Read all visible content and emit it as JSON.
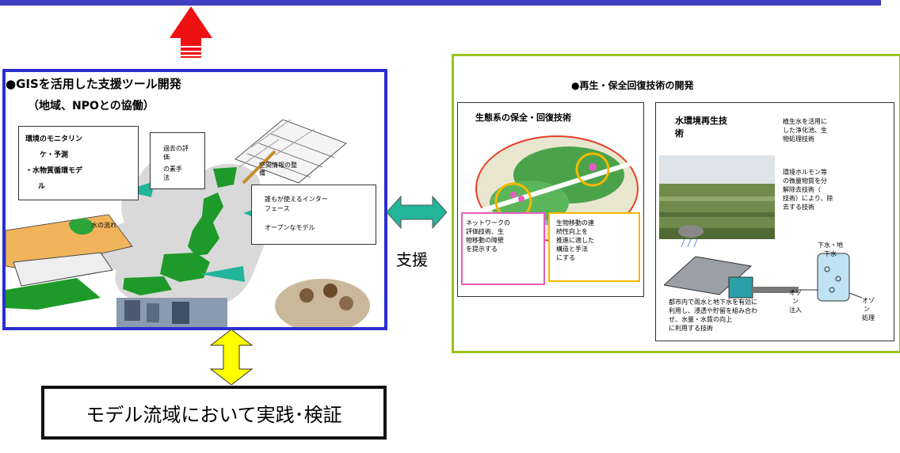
{
  "colors": {
    "top_bar": "#3f3fbf",
    "left_frame": "#2b2fd0",
    "right_frame": "#99c21c",
    "up_arrow": "#ee1111",
    "double_arrow_vertical": "#ffff00",
    "double_arrow_horizontal": "#22b59a",
    "pink_box": "#e85bbf",
    "orange_box": "#f5b800",
    "land_green": "#1e9a2a"
  },
  "left_panel": {
    "title": "●GISを活用した支援ツール開発",
    "subtitle": "（地域、NPOとの協働）",
    "box_monitoring_l1": "環境のモニタリン",
    "box_monitoring_l2": "ケ・予測",
    "box_monitoring_l3": "・水物質循環モデ",
    "box_monitoring_l4": "ル",
    "box_past_l1": "過去の評",
    "box_past_l2": "価",
    "box_past_l3": "の素手",
    "box_past_l4": "法",
    "label_map": "空間情報の整",
    "label_map2": "備",
    "box_interface_l1": "誰もが使えるインター",
    "box_interface_l2": "フェース",
    "box_interface_l3": "オープンなモデル",
    "label_water": "水の流れ"
  },
  "right_panel": {
    "title": "●再生・保全回復技術の開発",
    "eco_title": "生態系の保全・回復技術",
    "pink_box_l1": "ネットワークの",
    "pink_box_l2": "評価技術、生",
    "pink_box_l3": "物移動の障壁",
    "pink_box_l4": "を提示する",
    "orange_box_l1": "生物移動の連",
    "orange_box_l2": "続性向上を",
    "orange_box_l3": "推進に適した",
    "orange_box_l4": "構造と手法",
    "orange_box_l5": "にする",
    "water_title_l1": "水環境再生技",
    "water_title_l2": "術",
    "note1_l1": "植生水を活用に",
    "note1_l2": "した浄化池、生",
    "note1_l3": "物処理技術",
    "note2_l1": "環境ホルモン等",
    "note2_l2": "の微量物質を分",
    "note2_l3": "解除去技術（",
    "note2_l4": "技術）により、除",
    "note2_l5": "去する技術",
    "bottom_note_l1": "都市内で雨水と地下水を有効に",
    "bottom_note_l2": "利用し、浸透や貯留を組み合わ",
    "bottom_note_l3": "せ、水量・水質の向上",
    "bottom_note_l4": "に利用する技術",
    "label_groundwater_l1": "下水・地",
    "label_groundwater_l2": "下水",
    "label_inflow_l1": "オゾ",
    "label_inflow_l2": "ン",
    "label_inflow_l3": "注入",
    "label_outflow_l1": "オゾ",
    "label_outflow_l2": "ン",
    "label_outflow_l3": "処理"
  },
  "support_label": "支援",
  "bottom_box": "モデル流域において実践･検証"
}
